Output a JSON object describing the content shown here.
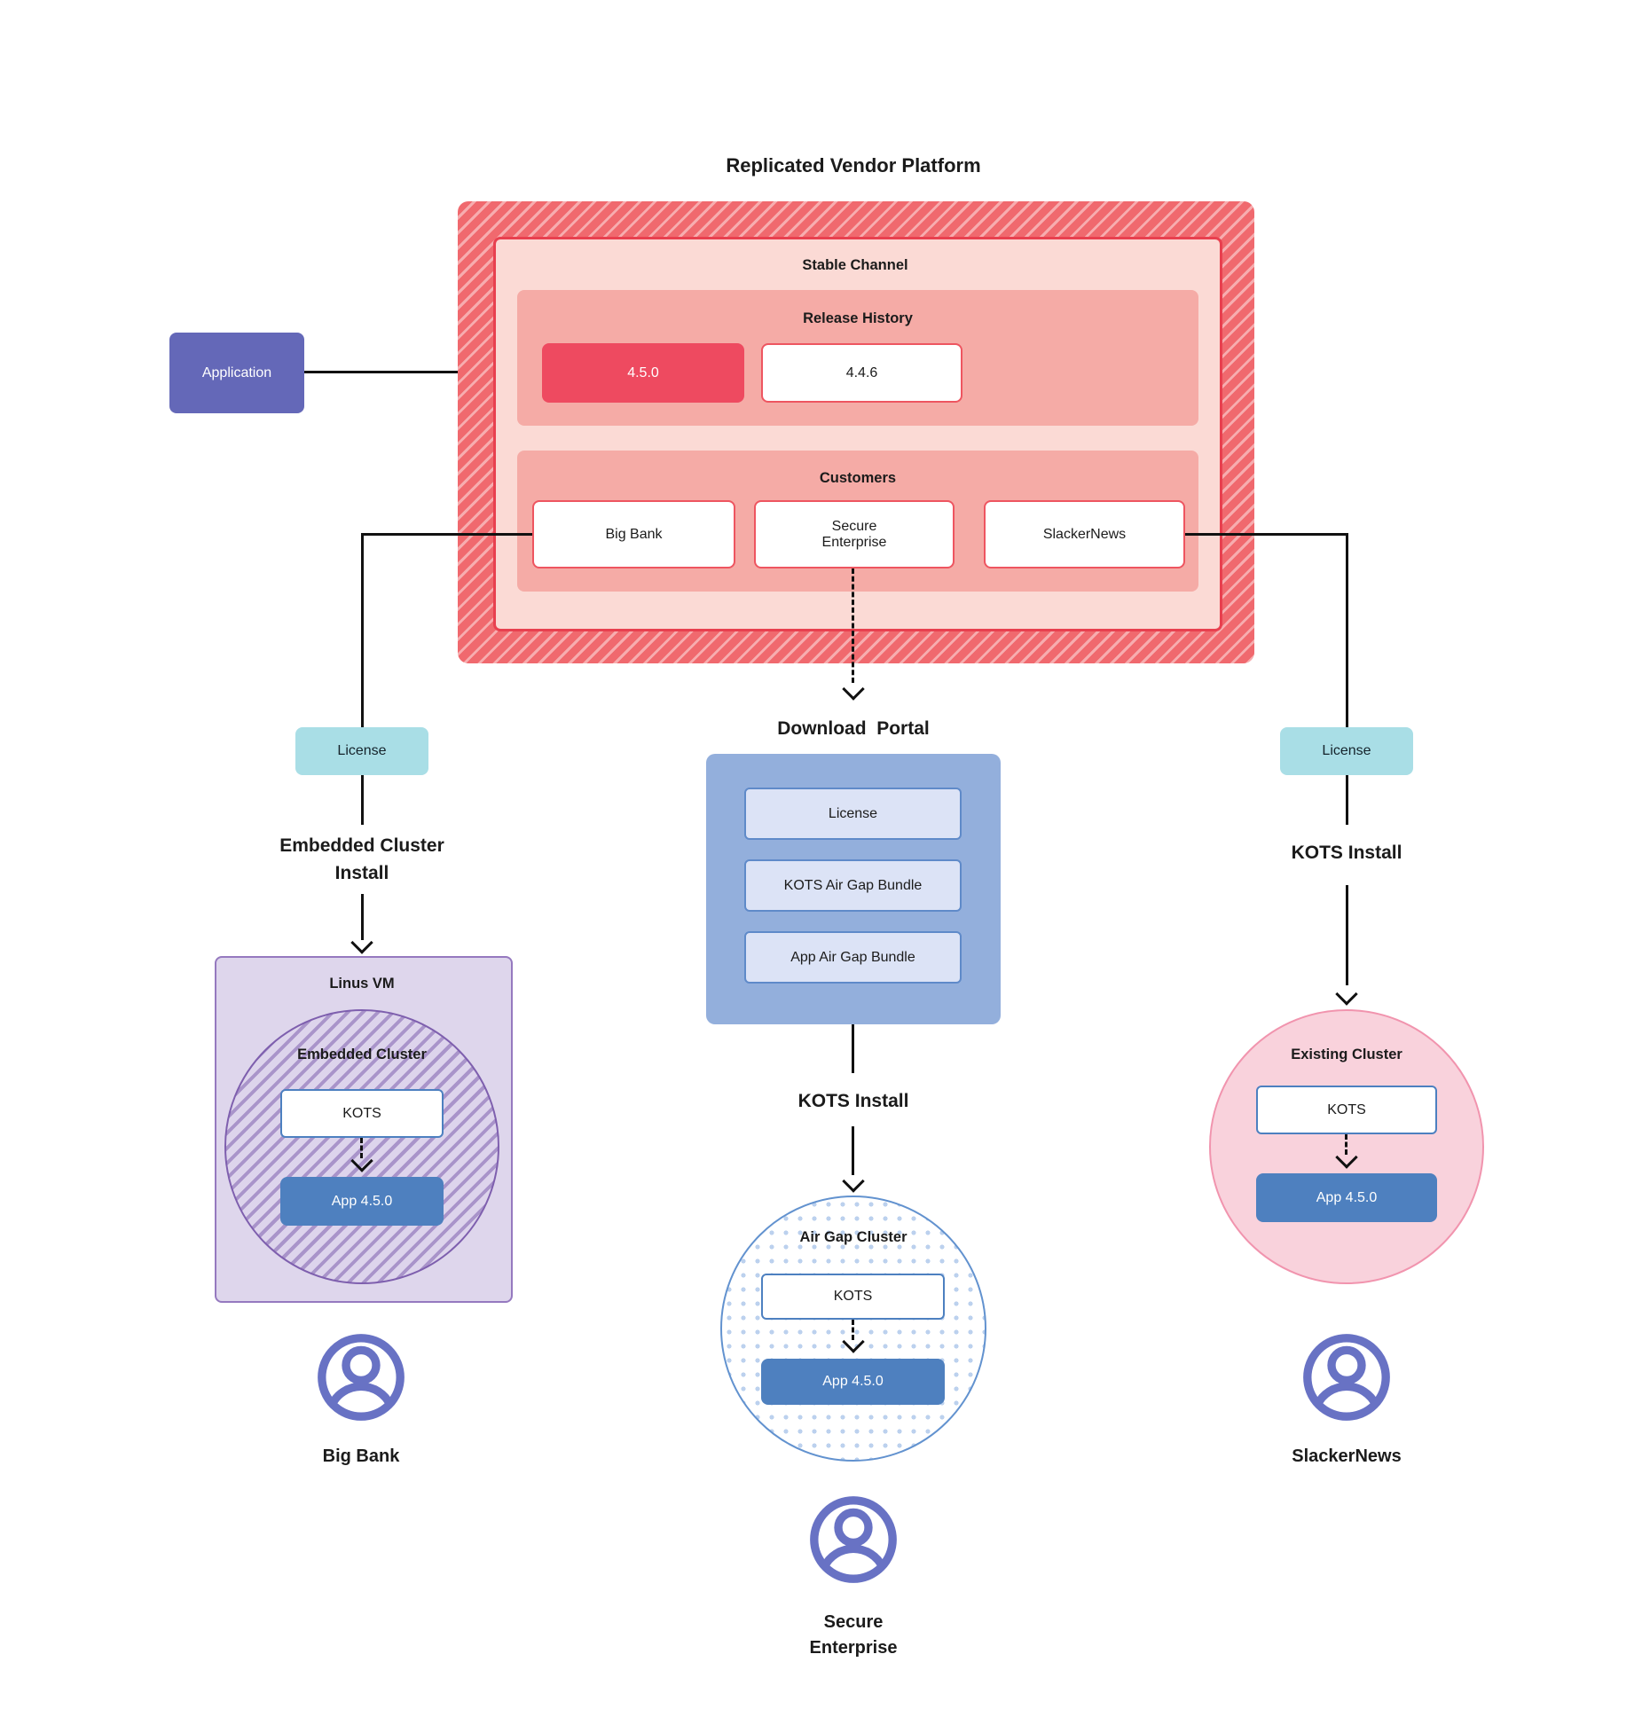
{
  "title": "Replicated Vendor Platform",
  "application": {
    "label": "Application"
  },
  "platform": {
    "stable_channel_label": "Stable Channel",
    "release_history_label": "Release History",
    "releases": [
      {
        "version": "4.5.0",
        "current": true
      },
      {
        "version": "4.4.6",
        "current": false
      }
    ],
    "customers_label": "Customers",
    "customers": [
      {
        "name": "Big Bank"
      },
      {
        "name": "Secure Enterprise"
      },
      {
        "name": "SlackerNews"
      }
    ]
  },
  "left_flow": {
    "license_label": "License",
    "install_label": "Embedded Cluster Install",
    "vm_label": "Linus VM",
    "cluster_label": "Embedded Cluster",
    "kots_label": "KOTS",
    "app_label": "App 4.5.0",
    "customer_label": "Big Bank"
  },
  "middle_flow": {
    "portal_label": "Download  Portal",
    "portal_items": [
      {
        "label": "License"
      },
      {
        "label": "KOTS Air Gap Bundle"
      },
      {
        "label": "App Air Gap Bundle"
      }
    ],
    "install_label": "KOTS Install",
    "cluster_label": "Air Gap Cluster",
    "kots_label": "KOTS",
    "app_label": "App 4.5.0",
    "customer_label": "Secure Enterprise"
  },
  "right_flow": {
    "license_label": "License",
    "install_label": "KOTS Install",
    "cluster_label": "Existing Cluster",
    "kots_label": "KOTS",
    "app_label": "App 4.5.0",
    "customer_label": "SlackerNews"
  },
  "colors": {
    "red_accent": "#e8404f",
    "release_current": "#ee4a60",
    "panel_pink": "#fbdad5",
    "band_pink": "#f5aba6",
    "hatch_red": "#f0696e",
    "teal": "#a9dee6",
    "portal_blue": "#93afdc",
    "portal_item_lavender": "#dce3f6",
    "app_blue": "#4e80bf",
    "application_indigo": "#6468b8",
    "vm_purple": "#ded6ec",
    "cluster_purple_border": "#7e5fae",
    "existing_pink": "#f9d2dc",
    "person_indigo": "#6872c4"
  }
}
